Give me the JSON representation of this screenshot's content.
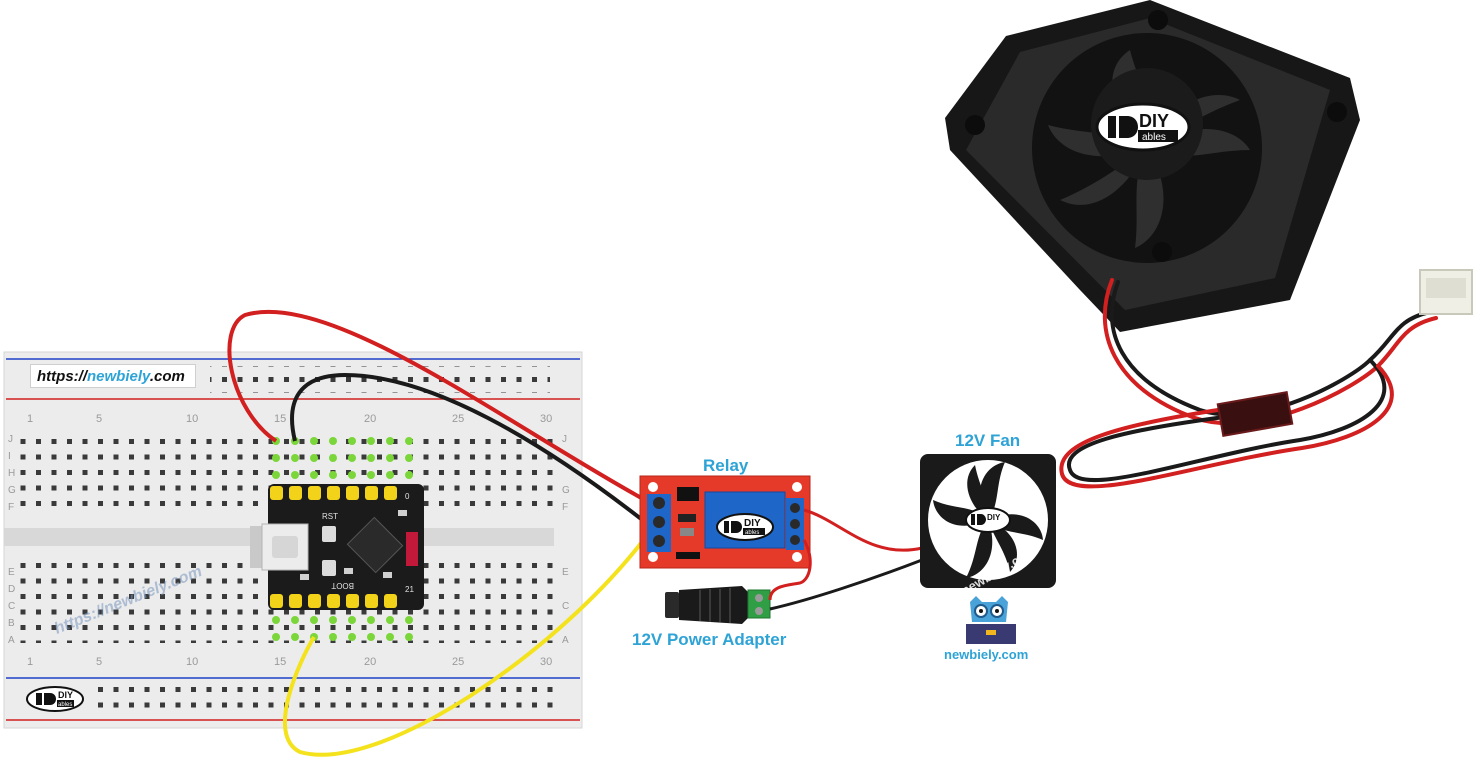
{
  "labels": {
    "relay": "Relay",
    "fan": "12V Fan",
    "power_adapter": "12V Power Adapter"
  },
  "breadboard": {
    "url_prefix": "https://",
    "url_host": "newbiely",
    "url_suffix": ".com",
    "watermark": "https://newbiely.com",
    "column_numbers": [
      "1",
      "5",
      "10",
      "15",
      "20",
      "25",
      "30"
    ],
    "row_letters_top": [
      "J",
      "I",
      "H",
      "G",
      "F"
    ],
    "row_letters_bottom": [
      "E",
      "D",
      "C",
      "B",
      "A"
    ],
    "logo_text": "DIY",
    "logo_sub": "ables"
  },
  "board": {
    "silk_rst": "RST",
    "silk_boot": "BOOT",
    "pin_label_top": "0",
    "pin_label_bottom": "21"
  },
  "relay_module": {
    "logo_text": "DIY",
    "logo_sub": "ables"
  },
  "fan_big": {
    "logo_text": "DIY",
    "logo_sub": "ables"
  },
  "fan_small": {
    "logo_text": "DIY",
    "watermark": "newbiely.com"
  },
  "newbiely_logo": {
    "text": "newbiely.com"
  },
  "colors": {
    "label_blue": "#2ea3d6",
    "wire_red": "#d21f1f",
    "wire_black": "#1a1a1a",
    "wire_yellow": "#f3e21c",
    "relay_red": "#e53a2a",
    "breadboard": "#ececec"
  }
}
